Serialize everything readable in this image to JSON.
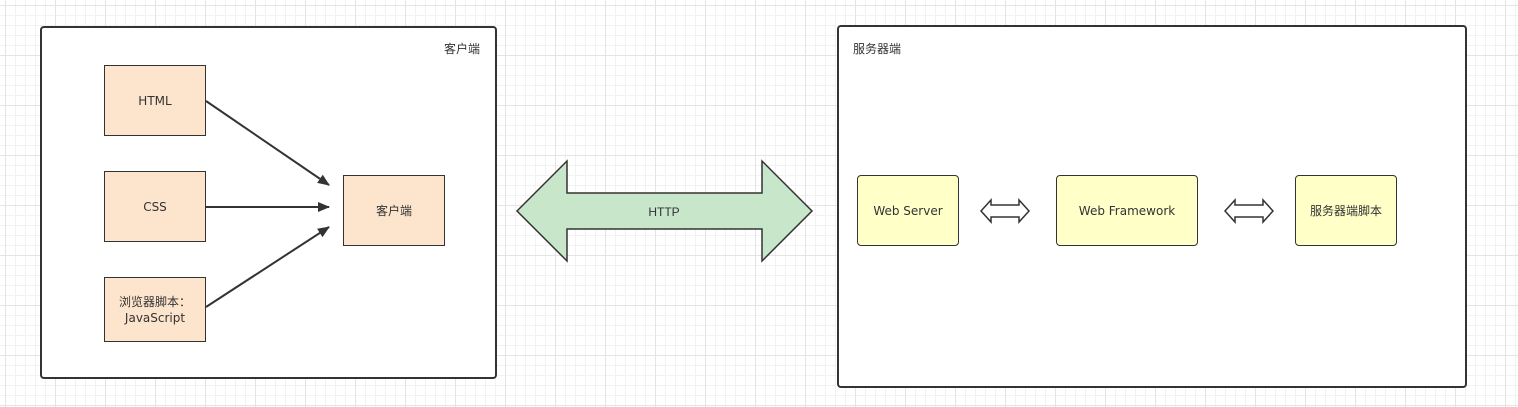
{
  "client": {
    "title": "客户端",
    "nodes": {
      "html": "HTML",
      "css": "CSS",
      "script_line1": "浏览器脚本：",
      "script_line2": "JavaScript",
      "client": "客户端"
    }
  },
  "server": {
    "title": "服务器端",
    "nodes": {
      "web_server": "Web Server",
      "web_framework": "Web Framework",
      "server_script": "服务器端脚本"
    }
  },
  "connector": {
    "label": "HTTP"
  },
  "colors": {
    "client_node_fill": "#fde4cc",
    "server_node_fill": "#ffffc8",
    "http_arrow_fill": "#c8e6c9",
    "stroke": "#333333"
  }
}
